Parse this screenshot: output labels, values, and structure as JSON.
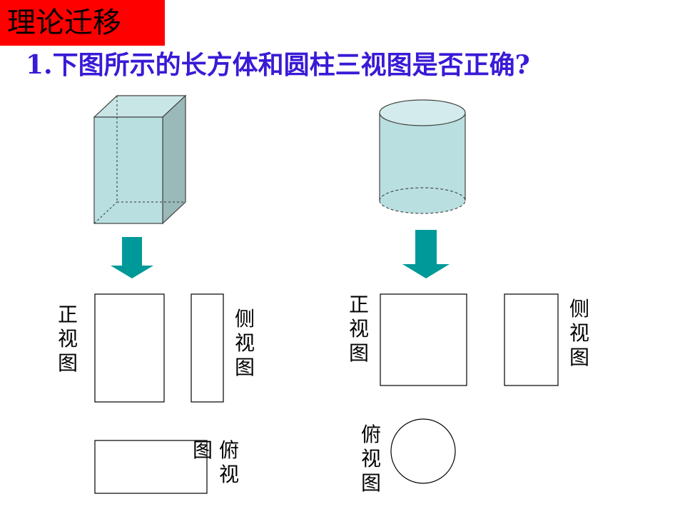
{
  "header": {
    "section_title": "理论迁移",
    "question": "1.下图所示的长方体和圆柱三视图是否正确?"
  },
  "cuboid_views": {
    "front_label": "正视图",
    "side_label": "侧视图",
    "top_label_a": "图",
    "top_label_b": "俯视"
  },
  "cylinder_views": {
    "front_label": "正视图",
    "side_label": "侧视图",
    "top_label": "俯视图"
  },
  "colors": {
    "title_bg": "#ff0000",
    "question_text": "#3a1ad6",
    "solid_front": "#b9dfe0",
    "solid_side": "#9ab9b9",
    "arrow": "#009999"
  }
}
